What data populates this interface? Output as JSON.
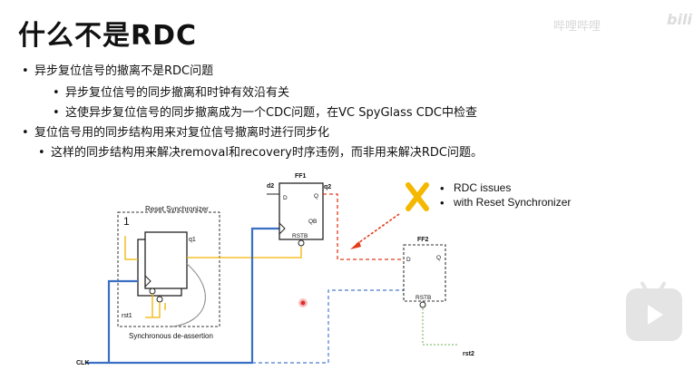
{
  "slide": {
    "title": "什么不是RDC",
    "watermark": "哔哩哔哩  ",
    "watermark_logo": "bili"
  },
  "bullets": [
    {
      "level": 1,
      "text": "异步复位信号的撤离不是RDC问题"
    },
    {
      "level": 2,
      "text": "异步复位信号的同步撤离和时钟有效沿有关"
    },
    {
      "level": 2,
      "text": "这使异步复位信号的同步撤离成为一个CDC问题，在VC SpyGlass CDC中检查"
    },
    {
      "level": 1,
      "text": "复位信号用的同步结构用来对复位信号撤离时进行同步化"
    },
    {
      "level": 2,
      "text": "这样的同步结构用来解决removal和recovery时序违例，而非用来解决RDC问题。"
    }
  ],
  "diagram": {
    "reset_sync_label": "Reset Synchronizer",
    "const_one": "1",
    "q1_label": "q1",
    "rst1_label": "rst1",
    "sync_deassert_label": "Synchronous de-assertion",
    "clk_label": "CLK",
    "ff1_label": "FF1",
    "d2_label": "d2",
    "q2_label": "q2",
    "ff1_d": "D",
    "ff1_q": "Q",
    "ff1_qb": "QB",
    "ff1_rstb": "RSTB",
    "ff2_label": "FF2",
    "ff2_d": "D",
    "ff2_q": "Q",
    "ff2_rstb": "RSTB",
    "rst2_label": "rst2",
    "note_lines": [
      "RDC issues",
      "with Reset Synchronizer"
    ],
    "colors": {
      "clock_wire": "#3a6fc4",
      "reset_wire": "#f2b500",
      "red_path": "#e23b1a",
      "cross": "#f5b800",
      "rst2_wire": "#6ab04c",
      "dashed_blue": "#4a7bd0",
      "cursor_dot": "#e03030"
    }
  }
}
